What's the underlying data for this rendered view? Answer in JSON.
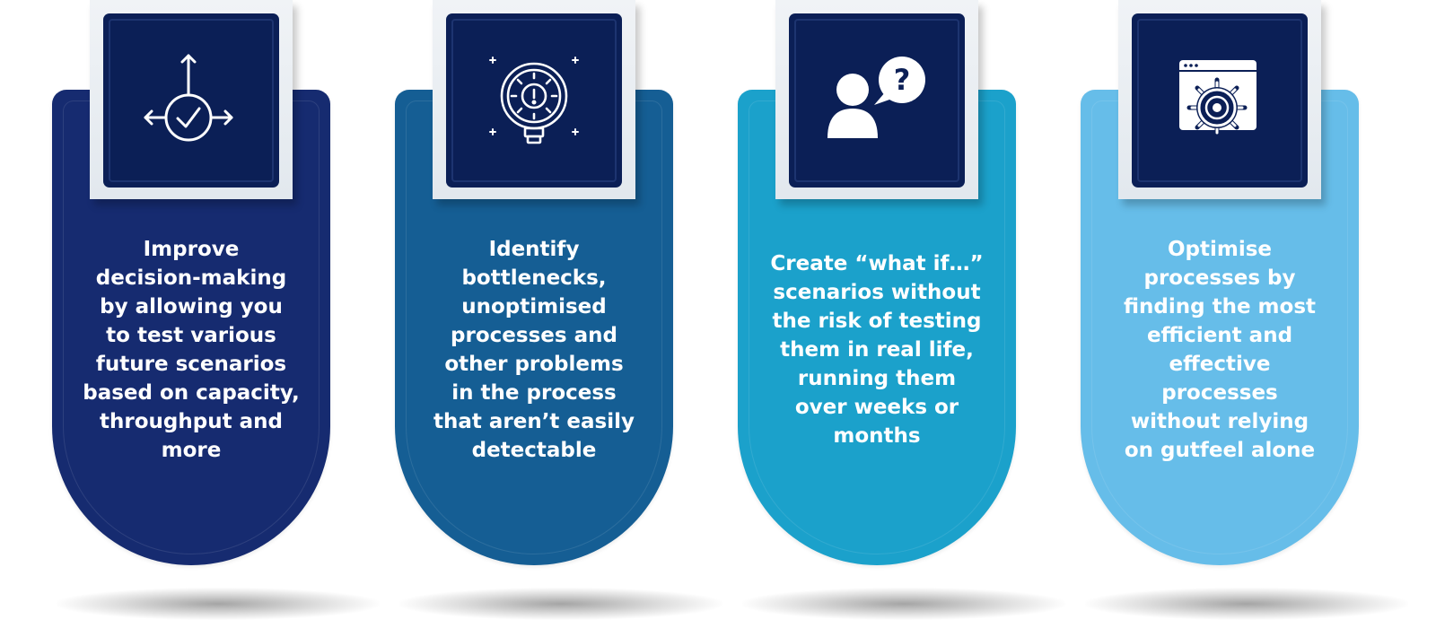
{
  "cards": [
    {
      "color": "#162b70",
      "icon": "arrows-check-icon",
      "text": "Improve\ndecision-making\nby allowing you\nto test various\nfuture scenarios\nbased on capacity,\nthroughput and\nmore"
    },
    {
      "color": "#155e94",
      "icon": "gear-alert-icon",
      "text": "Identify\nbottlenecks,\nunoptimised\nprocesses and\nother problems\nin the process\nthat aren’t easily\ndetectable"
    },
    {
      "color": "#1ba1cb",
      "icon": "person-question-icon",
      "text": "Create “what if…”\nscenarios without\nthe risk of testing\nthem in real life,\nrunning them\nover weeks or\nmonths"
    },
    {
      "color": "#66bde9",
      "icon": "browser-gear-icon",
      "text": "Optimise\nprocesses by\nfinding the most\nefficient and\neffective\nprocesses\nwithout relying\non gutfeel alone"
    }
  ]
}
